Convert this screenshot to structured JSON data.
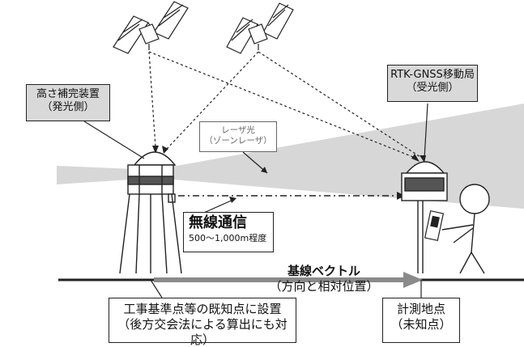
{
  "callouts": {
    "leveler": {
      "line1": "高さ補完装置",
      "line2": "（発光側）"
    },
    "rover": {
      "line1": "RTK-GNSS移動局",
      "line2": "（受光側）"
    },
    "laser": {
      "line1": "レーザ光",
      "line2": "（ゾーンレーザ）"
    },
    "radio": {
      "title": "無線通信",
      "range": "500～1,000m程度"
    },
    "baseline": {
      "line1": "基線ベクトル",
      "line2": "（方向と相対位置）"
    },
    "known_point": {
      "line1": "工事基準点等の既知点に設置",
      "line2": "（後方交会法による算出にも対応）"
    },
    "survey_point": {
      "line1": "計測地点",
      "line2": "（未知点）"
    }
  },
  "colors": {
    "laser_beam": "#d7d7d7",
    "arrow": "#8a8a8a",
    "ink": "#222222"
  }
}
